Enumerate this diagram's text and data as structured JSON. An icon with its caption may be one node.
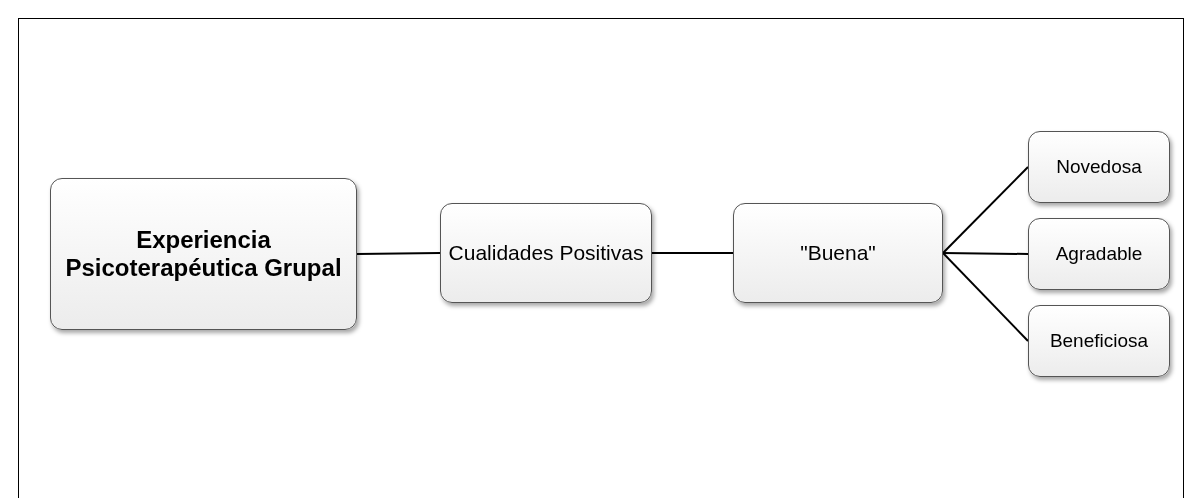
{
  "diagram": {
    "nodes": [
      {
        "text": [
          "Experiencia Psicoterapéutica Grupal"
        ]
      },
      {
        "text": [
          "Cualidades Positivas"
        ]
      },
      {
        "text": [
          "\"Buena\""
        ]
      },
      {
        "text": [
          "Novedosa"
        ]
      },
      {
        "text": [
          "Agradable"
        ]
      },
      {
        "text": [
          "Beneficiosa"
        ]
      }
    ],
    "edges": [
      {
        "from": 0,
        "to": 1,
        "arrow": "none"
      },
      {
        "from": 1,
        "to": 2,
        "arrow": "none"
      },
      {
        "from": 2,
        "to": 3,
        "arrow": "none"
      },
      {
        "from": 2,
        "to": 4,
        "arrow": "none"
      },
      {
        "from": 2,
        "to": 5,
        "arrow": "none"
      }
    ]
  }
}
